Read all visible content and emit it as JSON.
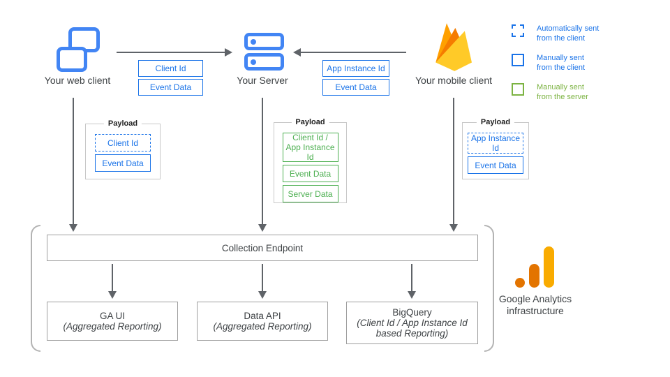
{
  "diagram": {
    "nodes": {
      "web_client": "Your web client",
      "server": "Your Server",
      "mobile_client": "Your mobile client"
    },
    "web_to_server_tags": {
      "tag1": "Client Id",
      "tag2": "Event Data"
    },
    "mobile_to_server_tags": {
      "tag1": "App Instance Id",
      "tag2": "Event Data"
    },
    "payload_web": {
      "title": "Payload",
      "item1": "Client Id",
      "item2": "Event Data"
    },
    "payload_server": {
      "title": "Payload",
      "item1": "Client Id /\nApp Instance Id",
      "item2": "Event Data",
      "item3": "Server Data"
    },
    "payload_mobile": {
      "title": "Payload",
      "item1": "App Instance Id",
      "item2": "Event Data"
    },
    "infrastructure": {
      "endpoint": "Collection Endpoint",
      "ga_ui_title": "GA UI",
      "ga_ui_subtitle": "(Aggregated Reporting)",
      "data_api_title": "Data API",
      "data_api_subtitle": "(Aggregated Reporting)",
      "bigquery_title": "BigQuery",
      "bigquery_subtitle": "(Client Id / App Instance Id\nbased Reporting)",
      "label": "Google Analytics\ninfrastructure"
    },
    "legend": {
      "item1": "Automatically sent\nfrom the client",
      "item2": "Manually sent\nfrom the client",
      "item3": "Manually sent\nfrom the server"
    },
    "colors": {
      "blue": "#1a73e8",
      "icon_blue": "#4285F4",
      "green": "#4CAF50",
      "legend_green": "#7CB342",
      "arrow_gray": "#5f6368",
      "box_border_gray": "#9e9e9e",
      "firebase_yellow": "#FFCA28",
      "firebase_orange": "#FFA000",
      "firebase_deep_orange": "#F57C00",
      "ga_orange": "#E37400",
      "ga_amber": "#F9AB00"
    }
  }
}
